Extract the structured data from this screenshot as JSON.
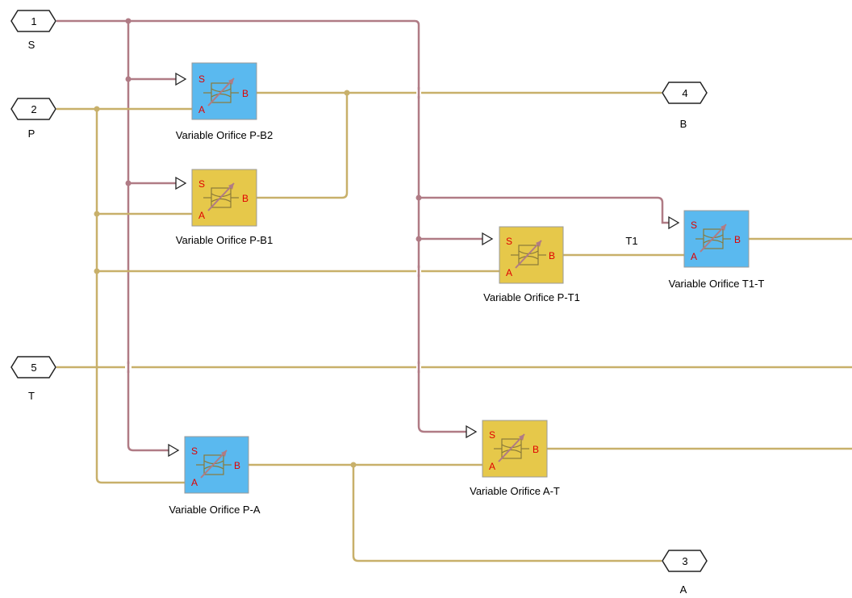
{
  "colors": {
    "signal_wire": "#b07b85",
    "hydraulic_wire": "#c8b06a",
    "block_blue": "#5ab9ef",
    "block_yellow": "#e6c84a",
    "pin_label": "#e00000"
  },
  "ports": [
    {
      "id": "port-s",
      "number": "1",
      "label": "S"
    },
    {
      "id": "port-p",
      "number": "2",
      "label": "P"
    },
    {
      "id": "port-b",
      "number": "4",
      "label": "B"
    },
    {
      "id": "port-t",
      "number": "5",
      "label": "T"
    },
    {
      "id": "port-a",
      "number": "3",
      "label": "A"
    }
  ],
  "blocks": [
    {
      "id": "pb2",
      "label": "Variable Orifice P-B2",
      "color": "blue",
      "pins": {
        "s": "S",
        "a": "A",
        "b": "B"
      }
    },
    {
      "id": "pb1",
      "label": "Variable Orifice P-B1",
      "color": "yellow",
      "pins": {
        "s": "S",
        "a": "A",
        "b": "B"
      }
    },
    {
      "id": "pt1",
      "label": "Variable Orifice P-T1",
      "color": "yellow",
      "pins": {
        "s": "S",
        "a": "A",
        "b": "B"
      }
    },
    {
      "id": "t1t",
      "label": "Variable Orifice T1-T",
      "color": "blue",
      "pins": {
        "s": "S",
        "a": "A",
        "b": "B"
      }
    },
    {
      "id": "pa",
      "label": "Variable Orifice P-A",
      "color": "blue",
      "pins": {
        "s": "S",
        "a": "A",
        "b": "B"
      }
    },
    {
      "id": "at",
      "label": "Variable Orifice A-T",
      "color": "yellow",
      "pins": {
        "s": "S",
        "a": "A",
        "b": "B"
      }
    }
  ],
  "wire_labels": {
    "t1": "T1"
  }
}
